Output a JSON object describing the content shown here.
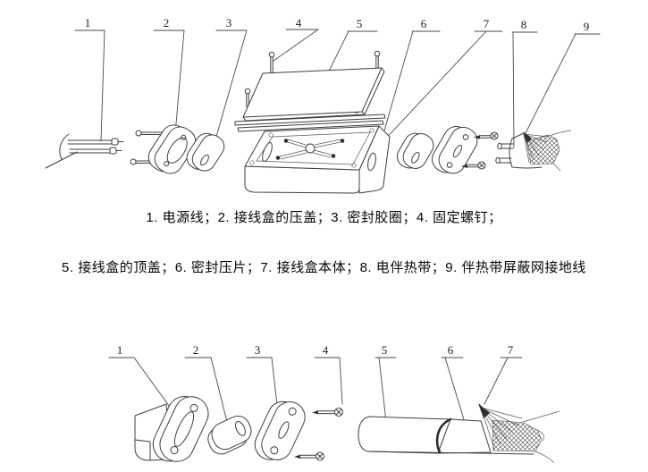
{
  "captions": {
    "line1": "1. 电源线；2. 接线盒的压盖；3. 密封胶圈；4. 固定螺钉；",
    "line2": "5. 接线盒的顶盖；6. 密封压片；7. 接线盒本体；8. 电伴热带；9. 伴热带屏蔽网接地线"
  },
  "diagram_top": {
    "labels": [
      "1",
      "2",
      "3",
      "4",
      "5",
      "6",
      "7",
      "8",
      "9"
    ]
  },
  "diagram_bottom": {
    "labels": [
      "1",
      "2",
      "3",
      "4",
      "5",
      "6",
      "7"
    ]
  },
  "colors": {
    "background": "#ffffff",
    "line": "#3f3f3f",
    "text": "#060606"
  }
}
